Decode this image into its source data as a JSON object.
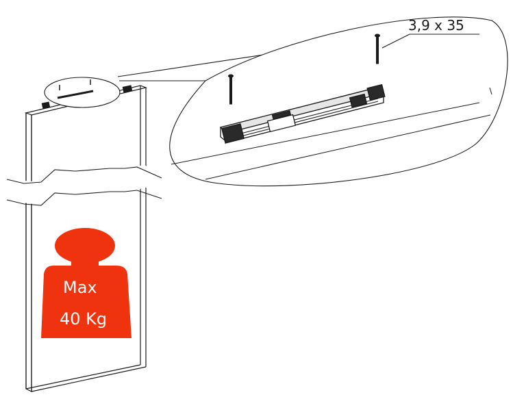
{
  "screw_label": "3,9 x 35",
  "weight": {
    "line1": "Max",
    "line2": "40 Kg",
    "color": "#f0330f",
    "text_color": "#ffffff"
  },
  "line_color": "#1a1a1a"
}
